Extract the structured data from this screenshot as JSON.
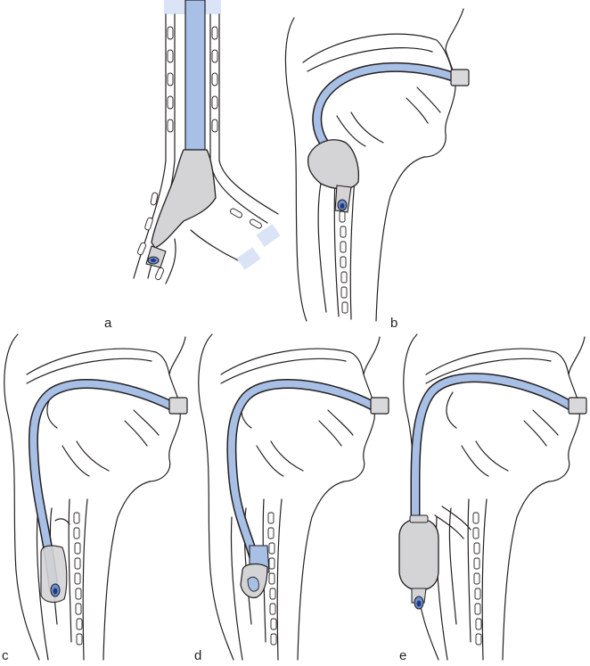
{
  "figure": {
    "panels": [
      {
        "id": "a",
        "label": "a"
      },
      {
        "id": "b",
        "label": "b"
      },
      {
        "id": "c",
        "label": "c"
      },
      {
        "id": "d",
        "label": "d"
      },
      {
        "id": "e",
        "label": "e"
      }
    ]
  },
  "colors": {
    "tube": "#a8bfe6",
    "tube_light": "#dbe4f7",
    "cuff": "#d4d4d6",
    "outline": "#231f20"
  }
}
